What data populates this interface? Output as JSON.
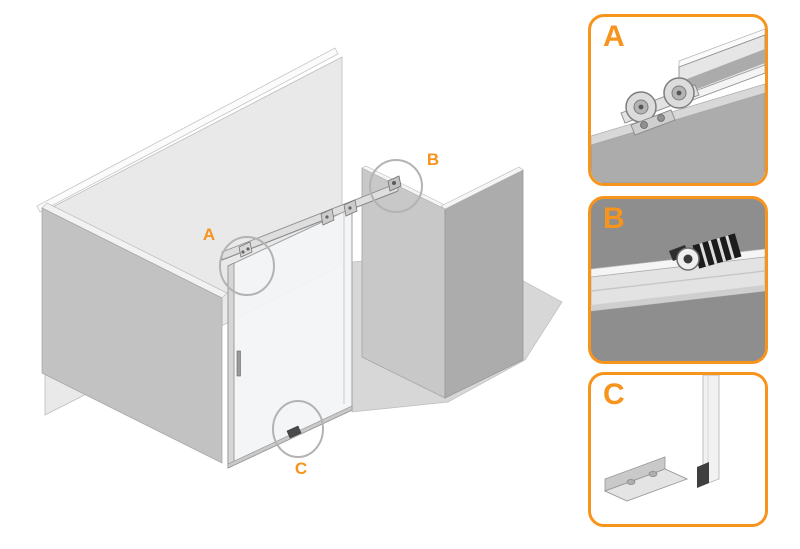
{
  "colors": {
    "accent_orange": "#F7941D",
    "panel_b_background": "#8E8E8E",
    "wall_light": "#E9E9E9",
    "wall_mid": "#C2C2C2",
    "wall_dark": "#ACACAC",
    "floor": "#D7D7D7",
    "callout_ring": "#B3B3B3"
  },
  "scene": {
    "callouts": {
      "a": {
        "label": "A"
      },
      "b": {
        "label": "B"
      },
      "c": {
        "label": "C"
      }
    }
  },
  "panels": {
    "a": {
      "label": "A"
    },
    "b": {
      "label": "B"
    },
    "c": {
      "label": "C"
    }
  }
}
